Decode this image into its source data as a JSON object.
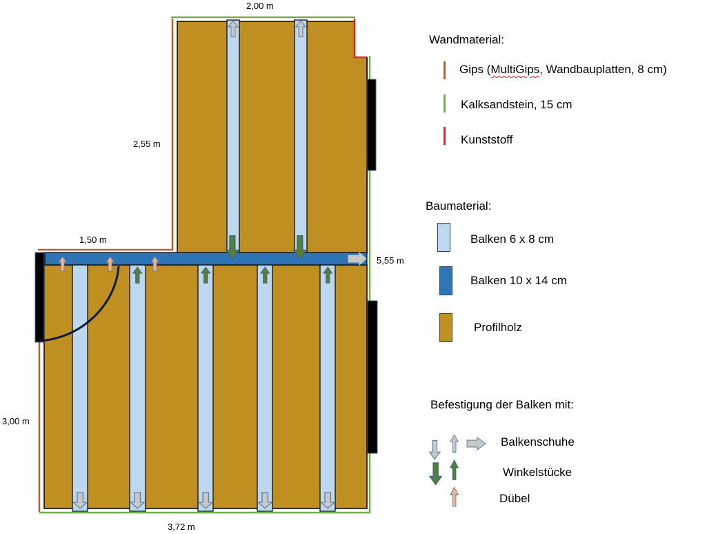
{
  "dimensions": {
    "top_width": "2,00 m",
    "upper_left_height": "2,55 m",
    "lower_left_stub": "1,50 m",
    "total_depth": "5,55 m",
    "lower_left_height": "3,00 m",
    "bottom_width": "3,72 m"
  },
  "colors": {
    "gips": "#c55a28",
    "kalksandstein": "#70ad47",
    "kunststoff": "#e8202a",
    "profilholz": "#bf8f22",
    "balken_small": "#bdd7ee",
    "balken_large": "#2e75b6",
    "balkenschuh": "#c8c8c8",
    "winkelstueck": "#548235",
    "duebel": "#f4b183",
    "window": "#000000"
  },
  "legend": {
    "wall_title": "Wandmaterial:",
    "wall_items": [
      {
        "label_pre": "Gips (",
        "label_wavy": "MultiGips",
        "label_post": ", Wandbauplatten, 8 cm)",
        "color": "#c55a28"
      },
      {
        "label": "Kalksandstein, 15 cm",
        "color": "#70ad47"
      },
      {
        "label": "Kunststoff",
        "color": "#e8202a"
      }
    ],
    "material_title": "Baumaterial:",
    "material_items": [
      {
        "label": "Balken 6 x 8 cm",
        "color": "#bdd7ee"
      },
      {
        "label": "Balken 10 x 14 cm",
        "color": "#2e75b6"
      },
      {
        "label": "Profilholz",
        "color": "#bf8f22"
      }
    ],
    "fastening_title": "Befestigung der Balken mit:",
    "fastening_items": [
      {
        "label": "Balkenschuhe",
        "icon": "beam-shoe-arrows-icon"
      },
      {
        "label": "Winkelstücke",
        "icon": "angle-bracket-arrows-icon"
      },
      {
        "label": "Dübel",
        "icon": "dowel-arrow-icon"
      }
    ]
  }
}
